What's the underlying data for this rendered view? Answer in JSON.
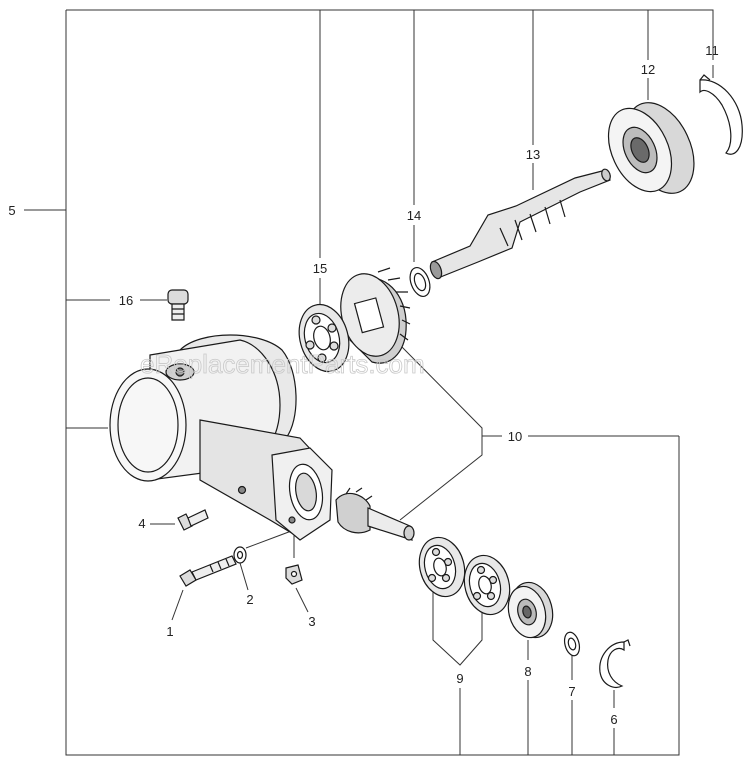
{
  "watermark": "eReplacementParts.com",
  "callouts": {
    "p1": "1",
    "p2": "2",
    "p3": "3",
    "p4": "4",
    "p5": "5",
    "p6": "6",
    "p7": "7",
    "p8": "8",
    "p9": "9",
    "p10": "10",
    "p11": "11",
    "p12": "12",
    "p13": "13",
    "p14": "14",
    "p15": "15",
    "p16": "16"
  }
}
